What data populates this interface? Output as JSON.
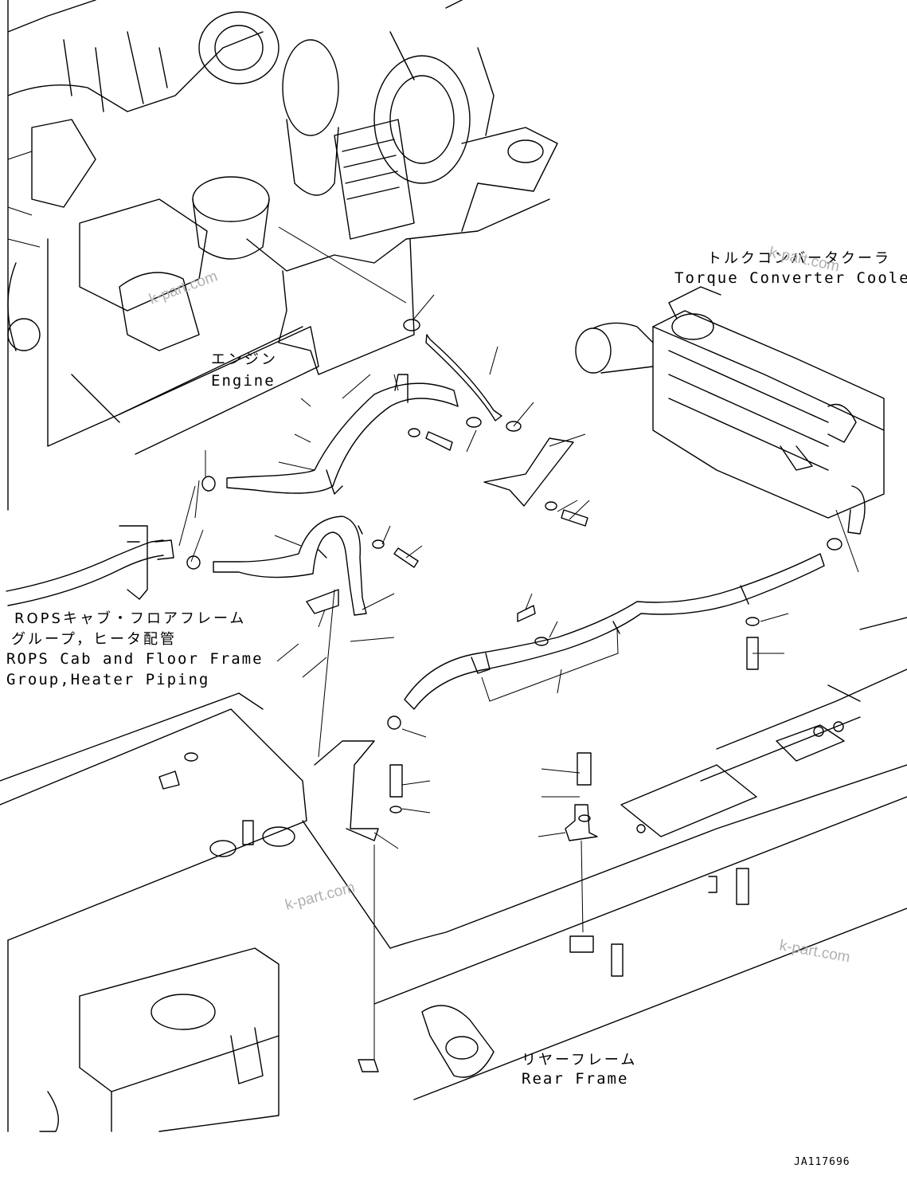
{
  "labels": {
    "torque_converter_cooler_jp": "トルクコンバータクーラ",
    "torque_converter_cooler_en": "Torque Converter Cooler",
    "engine_jp": "エンジン",
    "engine_en": "Engine",
    "rops_jp_line1": "ROPSキャブ・フロアフレーム",
    "rops_jp_line2": "グループ，ヒータ配管",
    "rops_en_line1": "ROPS Cab and Floor Frame",
    "rops_en_line2": "Group,Heater Piping",
    "rear_frame_jp": "リヤーフレーム",
    "rear_frame_en": "Rear Frame"
  },
  "watermarks": [
    "k-part.com",
    "k-part.com",
    "k-part.com",
    "k-part.com"
  ],
  "drawing_code": "JA117696"
}
